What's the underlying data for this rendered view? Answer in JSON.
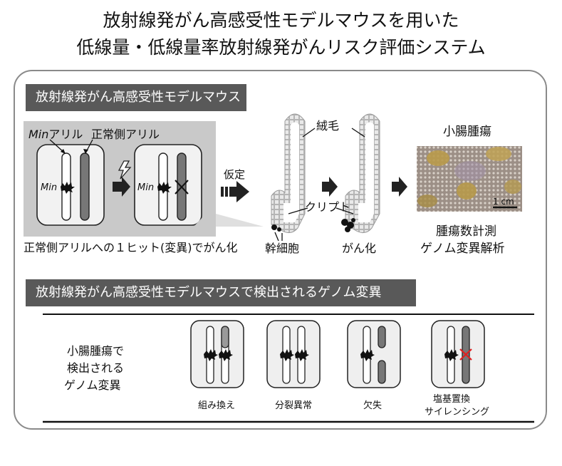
{
  "title": {
    "line1": "放射線発がん高感受性モデルマウスを用いた",
    "line2": "低線量・低線量率放射線発がんリスク評価システム"
  },
  "section1": {
    "banner": "放射線発がん高感受性モデルマウス",
    "min_allele_italic": "Min",
    "min_allele_suffix": "アリル",
    "normal_allele": "正常側アリル",
    "min_marker": "Min",
    "caption": "正常側アリルへの１ヒット(変異)でがん化",
    "hypothesis": "仮定",
    "villus": "絨毛",
    "crypt": "クリプト",
    "stem_cell": "幹細胞",
    "cancer": "がん化",
    "tumor_title": "小腸腫瘍",
    "scale": "1 cm",
    "analysis1": "腫瘍数計測",
    "analysis2": "ゲノム変異解析"
  },
  "section2": {
    "banner": "放射線発がん高感受性モデルマウスで検出されるゲノム変異",
    "left_label": [
      "小腸腫瘍で",
      "検出される",
      "ゲノム変異"
    ],
    "types": [
      "組み換え",
      "分裂異常",
      "欠失",
      "塩基置換",
      "サイレンシング"
    ]
  },
  "colors": {
    "banner_bg": "#595959",
    "panel_gray": "#c9c9c9",
    "frame": "#8a8a8a",
    "chromosome_dark": "#777777",
    "silencing_mark": "#e02020"
  }
}
